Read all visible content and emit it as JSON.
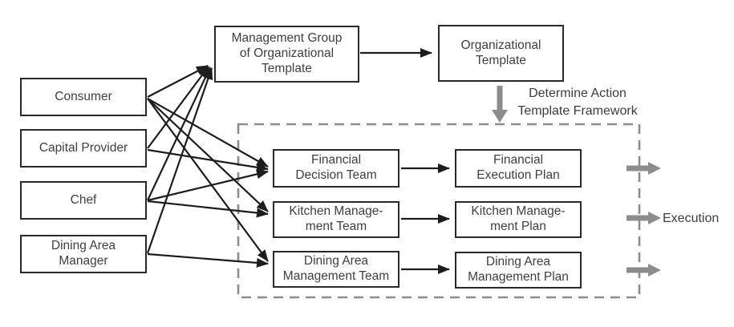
{
  "diagram": {
    "nodes": {
      "consumer": {
        "label": "Consumer"
      },
      "capital_provider": {
        "label": "Capital Provider"
      },
      "chef": {
        "label": "Chef"
      },
      "dining_area_manager": {
        "label": "Dining Area\nManager"
      },
      "management_group": {
        "label": "Management Group\nof Organizational\nTemplate"
      },
      "organizational_template": {
        "label": "Organizational\nTemplate"
      },
      "financial_decision_team": {
        "label": "Financial\nDecision Team"
      },
      "kitchen_management_team": {
        "label": "Kitchen Manage-\nment Team"
      },
      "dining_area_management_team": {
        "label": "Dining Area\nManagement Team"
      },
      "financial_execution_plan": {
        "label": "Financial\nExecution Plan"
      },
      "kitchen_management_plan": {
        "label": "Kitchen Manage-\nment Plan"
      },
      "dining_area_management_plan": {
        "label": "Dining Area\nManagement Plan"
      }
    },
    "annotations": {
      "determine_action": "Determine Action\nTemplate Framework",
      "execution": "Execution"
    },
    "edges": [
      {
        "from": "Consumer",
        "to": "Management Group of Organizational Template"
      },
      {
        "from": "Capital Provider",
        "to": "Management Group of Organizational Template"
      },
      {
        "from": "Chef",
        "to": "Management Group of Organizational Template"
      },
      {
        "from": "Dining Area Manager",
        "to": "Management Group of Organizational Template"
      },
      {
        "from": "Consumer",
        "to": "Financial Decision Team"
      },
      {
        "from": "Consumer",
        "to": "Kitchen Management Team"
      },
      {
        "from": "Consumer",
        "to": "Dining Area Management Team"
      },
      {
        "from": "Capital Provider",
        "to": "Financial Decision Team"
      },
      {
        "from": "Chef",
        "to": "Financial Decision Team"
      },
      {
        "from": "Chef",
        "to": "Kitchen Management Team"
      },
      {
        "from": "Dining Area Manager",
        "to": "Dining Area Management Team"
      },
      {
        "from": "Management Group of Organizational Template",
        "to": "Organizational Template"
      },
      {
        "from": "Financial Decision Team",
        "to": "Financial Execution Plan"
      },
      {
        "from": "Kitchen Management Team",
        "to": "Kitchen Management Plan"
      },
      {
        "from": "Dining Area Management Team",
        "to": "Dining Area Management Plan"
      },
      {
        "from": "Organizational Template",
        "to": "Action team group",
        "label": "Determine Action Template Framework"
      },
      {
        "from": "Action team group",
        "to": "Execution"
      }
    ],
    "colors": {
      "box_border": "#2a2a2a",
      "text": "#404040",
      "arrow_black": "#1d1d1d",
      "arrow_gray": "#8c8c8c",
      "dashed_border": "#8c8c8c",
      "background": "#ffffff"
    }
  }
}
